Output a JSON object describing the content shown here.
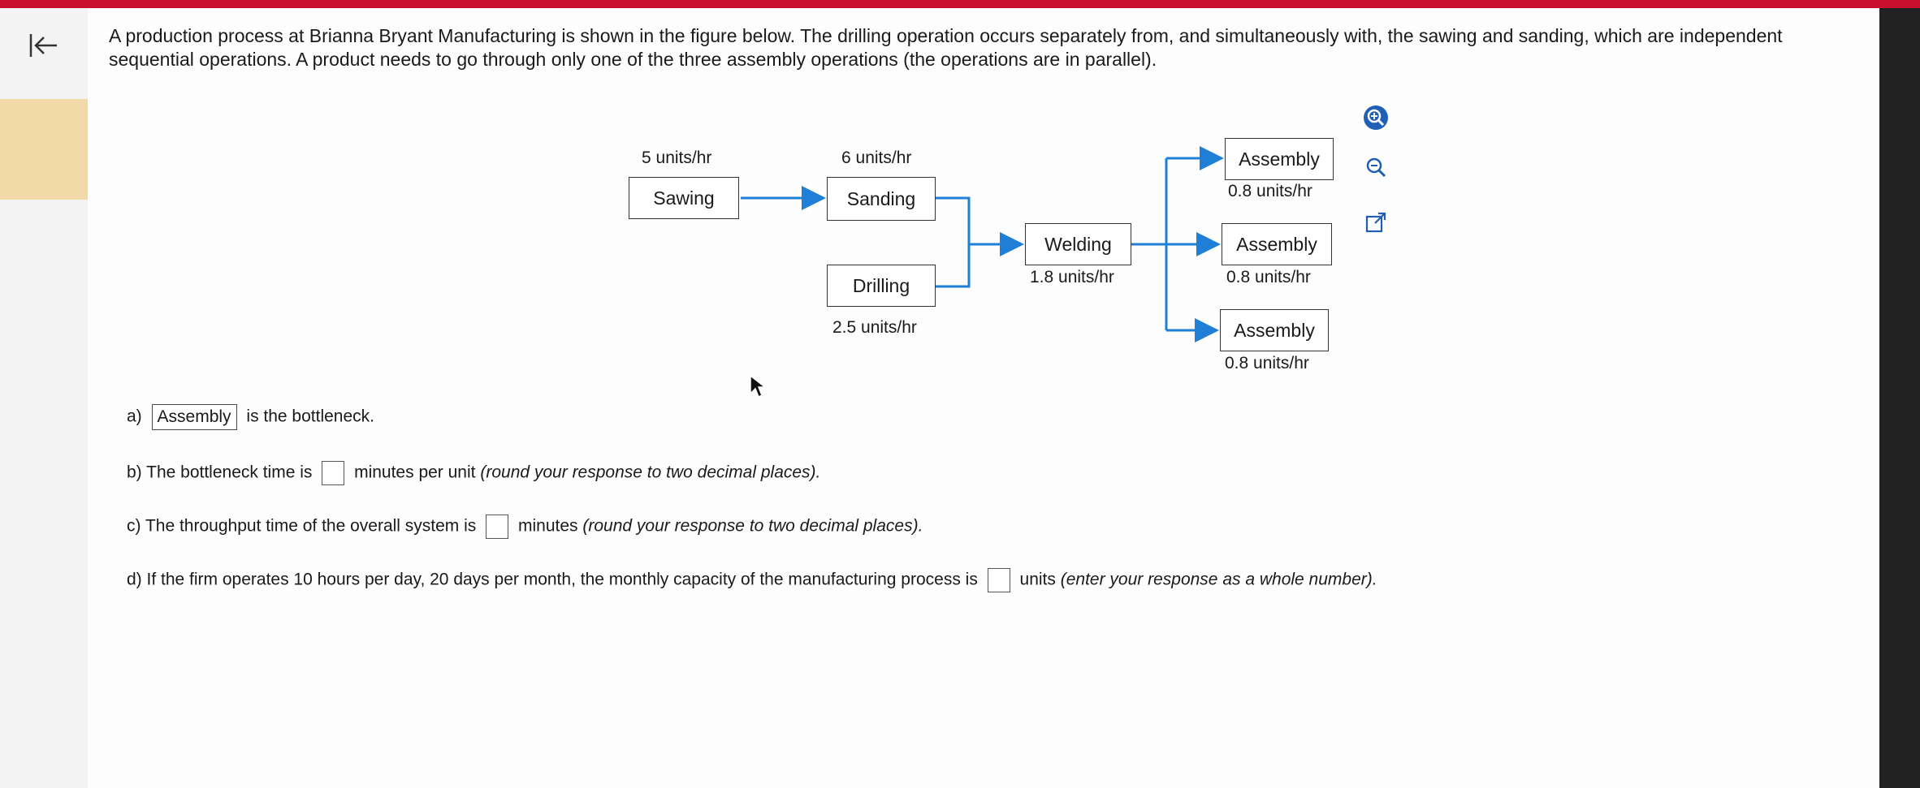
{
  "problem_text": "A production process at Brianna Bryant Manufacturing is shown in the figure below. The drilling operation occurs separately from, and simultaneously with, the sawing and sanding, which are independent sequential operations. A product needs to go through only one of the three assembly operations (the operations are in parallel).",
  "diagram": {
    "sawing": {
      "label": "Sawing",
      "rate": "5 units/hr"
    },
    "sanding": {
      "label": "Sanding",
      "rate": "6 units/hr"
    },
    "drilling": {
      "label": "Drilling",
      "rate": "2.5 units/hr"
    },
    "welding": {
      "label": "Welding",
      "rate": "1.8 units/hr"
    },
    "assembly": [
      {
        "label": "Assembly",
        "rate": "0.8 units/hr"
      },
      {
        "label": "Assembly",
        "rate": "0.8 units/hr"
      },
      {
        "label": "Assembly",
        "rate": "0.8 units/hr"
      }
    ]
  },
  "toolbar": {
    "icons": [
      "zoom-in-icon",
      "zoom-out-icon",
      "open-external-icon"
    ]
  },
  "questions": {
    "a": {
      "prefix": "a)",
      "answer": "Assembly",
      "suffix": "is the bottleneck."
    },
    "b": {
      "prefix": "b) The bottleneck time is",
      "suffix": "minutes per unit",
      "note": "(round your response to two decimal places)."
    },
    "c": {
      "prefix": "c) The throughput time of the overall system is",
      "suffix": "minutes",
      "note": "(round your response to two decimal places)."
    },
    "d": {
      "prefix": "d) If the firm operates 10 hours per day, 20 days per month, the monthly capacity of the manufacturing process is",
      "suffix": "units",
      "note": "(enter your response as a whole number)."
    }
  },
  "colors": {
    "arrow": "#1f7fd6",
    "accent": "#c8102e"
  }
}
